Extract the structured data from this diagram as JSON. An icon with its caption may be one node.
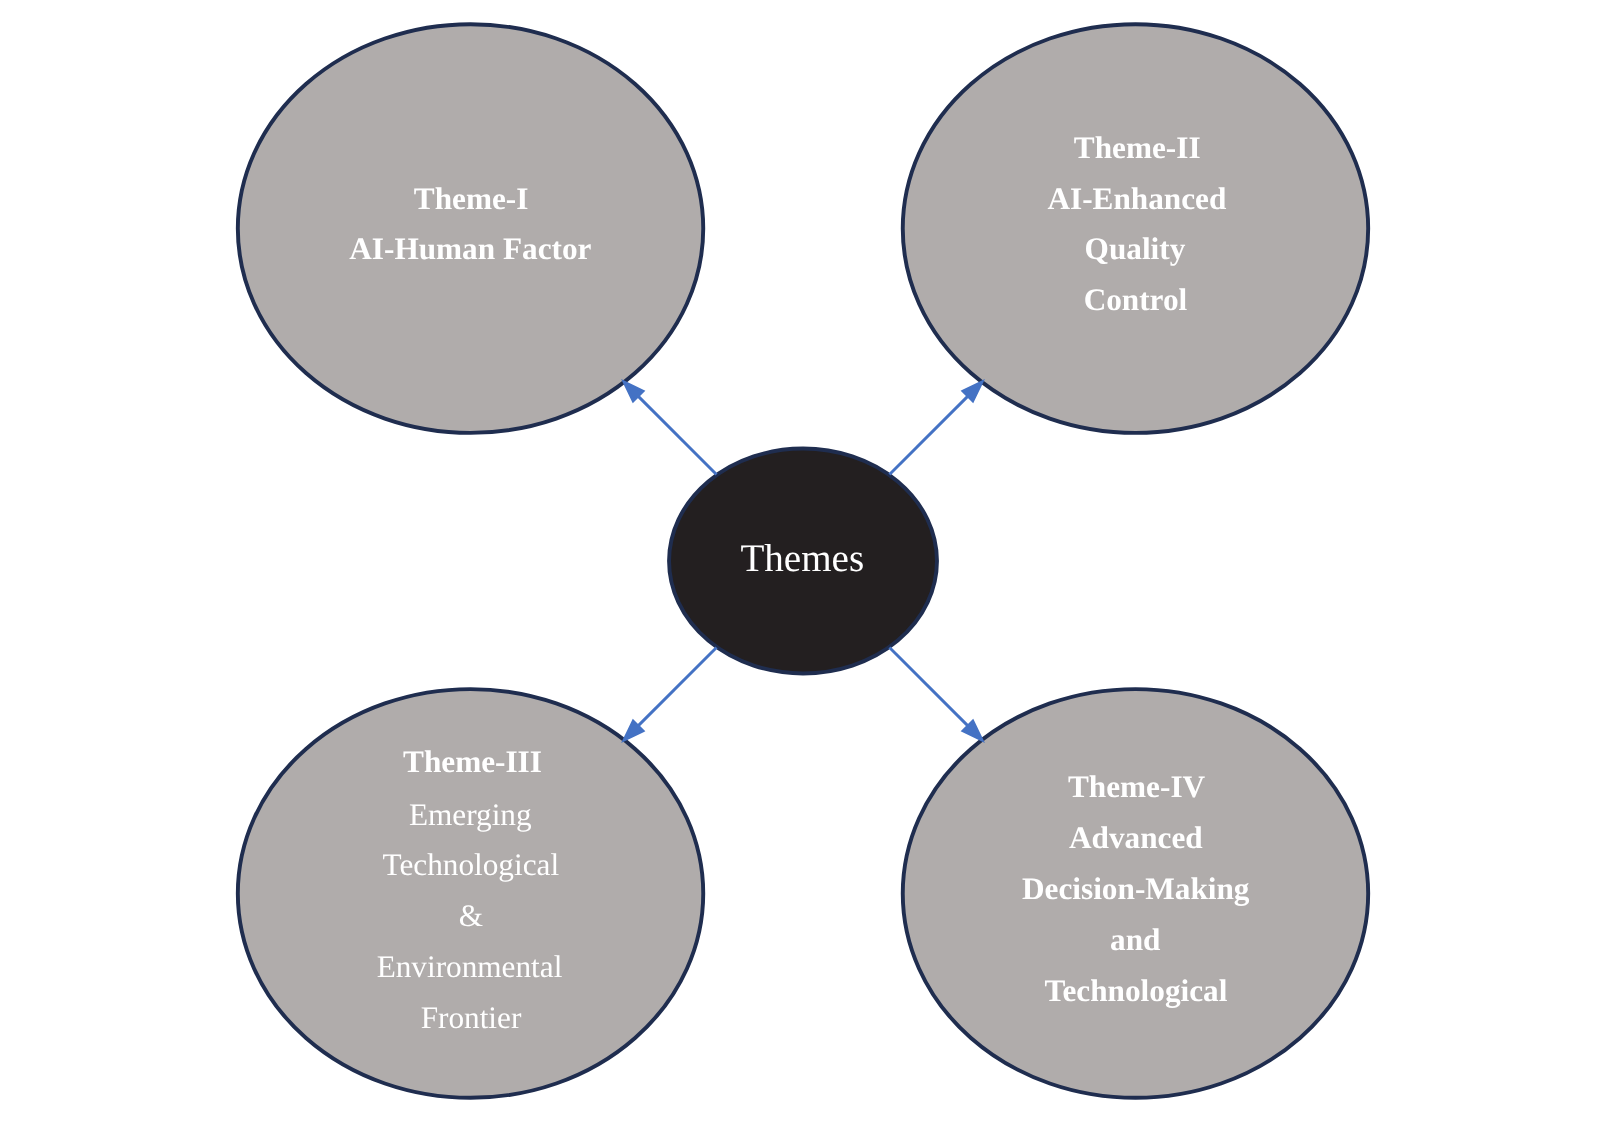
{
  "diagram": {
    "nodes": [
      {
        "text": [
          "Theme-II",
          "AI-Enhanced Quality Control"
        ]
      },
      {
        "text": [
          "Theme-I",
          "AI-Human Factor"
        ]
      },
      {
        "text": [
          "Themes"
        ]
      },
      {
        "text": [
          "Theme-III",
          "Emerging Technological & Environmental Frontier"
        ]
      },
      {
        "text": [
          "Theme-IV",
          "Advanced Decision-Making and Technological"
        ]
      }
    ],
    "edges": [
      {
        "from": 2,
        "to": 0,
        "arrow": "to"
      },
      {
        "from": 2,
        "to": 1,
        "arrow": "to"
      },
      {
        "from": 2,
        "to": 3,
        "arrow": "to"
      },
      {
        "from": 2,
        "to": 4,
        "arrow": "to"
      }
    ]
  }
}
